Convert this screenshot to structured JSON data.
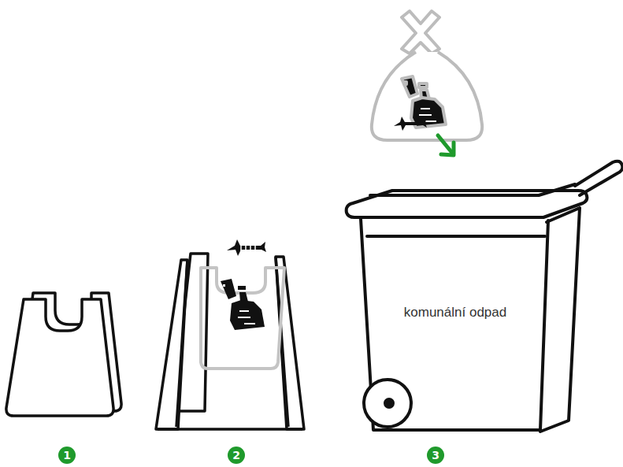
{
  "diagram": {
    "nodes": [
      {
        "text": [
          "komunální odpad"
        ]
      }
    ],
    "edges": [],
    "labels": [
      "1",
      "2",
      "3"
    ]
  }
}
